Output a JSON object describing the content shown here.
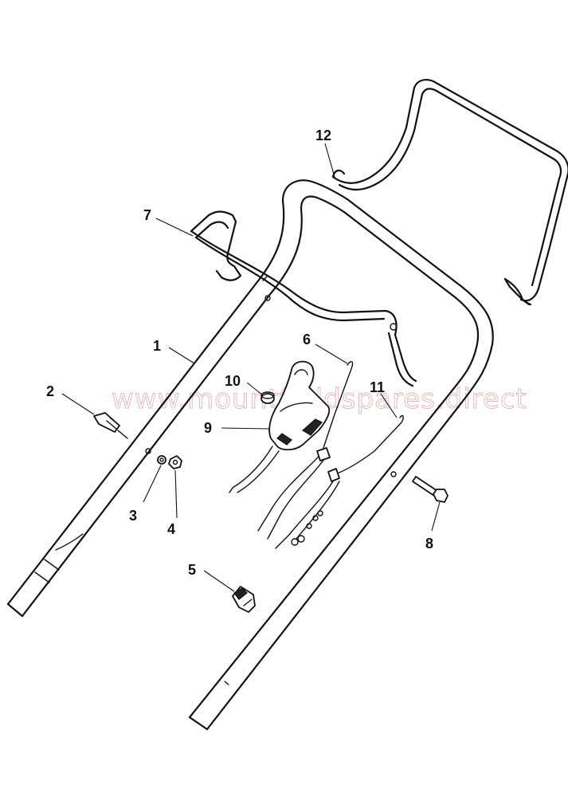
{
  "watermark": "www.mountfieldspares.direct",
  "callouts": [
    {
      "id": "1",
      "label": "1"
    },
    {
      "id": "2",
      "label": "2"
    },
    {
      "id": "3",
      "label": "3"
    },
    {
      "id": "4",
      "label": "4"
    },
    {
      "id": "5",
      "label": "5"
    },
    {
      "id": "6",
      "label": "6"
    },
    {
      "id": "7",
      "label": "7"
    },
    {
      "id": "8",
      "label": "8"
    },
    {
      "id": "9",
      "label": "9"
    },
    {
      "id": "10",
      "label": "10"
    },
    {
      "id": "11",
      "label": "11"
    },
    {
      "id": "12",
      "label": "12"
    }
  ]
}
